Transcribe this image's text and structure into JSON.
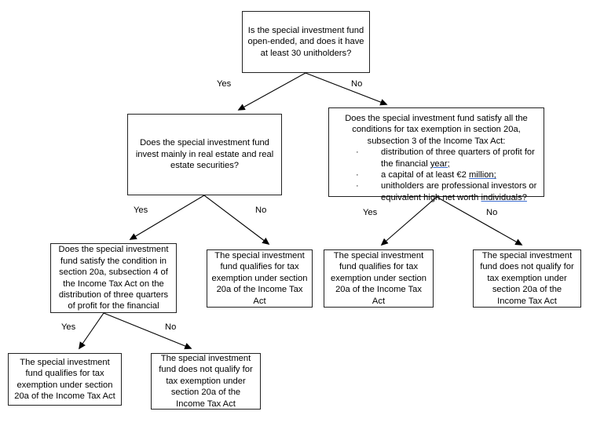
{
  "diagram": {
    "title": "Special investment fund tax exemption decision tree",
    "node_border_color": "#222222",
    "spellcheck_underline_color": "#3f6fd1",
    "nodes": {
      "q_root": "Is the special investment fund open-ended, and does it have at least 30 unitholders?",
      "q_realestate": "Does the special investment fund invest mainly in real estate and real estate securities?",
      "q_conditions_intro": "Does the special investment fund satisfy all the conditions for tax exemption in section 20a, subsection 3 of the Income Tax Act:",
      "q_conditions_bullets": [
        {
          "text_before": "distribution of three quarters of profit for the financial ",
          "flagged": "year;"
        },
        {
          "text_before": "a capital of at least €2 ",
          "flagged": "million;"
        },
        {
          "text_before": "unitholders are professional investors or equivalent high net worth ",
          "flagged": "individuals?"
        }
      ],
      "q_subsection4": "Does the special investment fund satisfy the condition in section 20a, subsection 4 of the Income Tax Act on the distribution of three quarters of profit for the financial",
      "r_realestate_no": "The special investment fund qualifies for tax exemption under section 20a of the Income Tax Act",
      "r_conditions_yes": "The special investment fund qualifies for tax exemption under section 20a of the Income Tax Act",
      "r_conditions_no": "The special investment fund does not qualify for tax exemption under section 20a of the Income Tax Act",
      "r_sub4_yes": "The special investment fund qualifies for tax exemption under section 20a of the Income Tax Act",
      "r_sub4_no": "The special investment fund does not qualify for tax exemption under section 20a of the Income Tax Act"
    },
    "edge_labels": {
      "root_yes": "Yes",
      "root_no": "No",
      "realestate_yes": "Yes",
      "realestate_no": "No",
      "conditions_yes": "Yes",
      "conditions_no": "No",
      "sub4_yes": "Yes",
      "sub4_no": "No"
    },
    "bullet_glyph": "·"
  }
}
